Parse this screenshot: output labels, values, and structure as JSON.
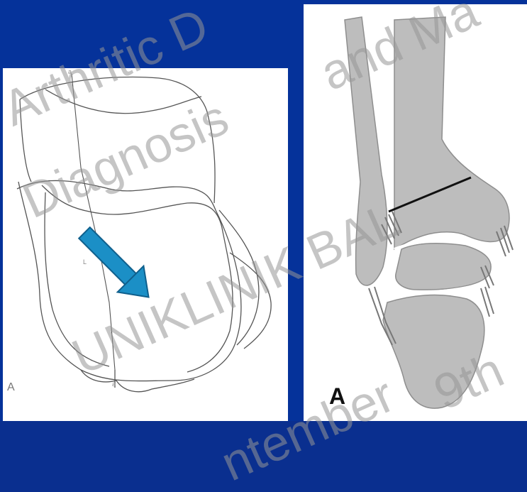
{
  "panels": {
    "left": {
      "letter": "A",
      "marker_top": "a",
      "marker_bottom": "a",
      "marker_mid": "L"
    },
    "right": {
      "letter": "A"
    }
  },
  "arrow": {
    "color": "#1b8fc6",
    "stroke": "#0f5f8c"
  },
  "watermark": {
    "lines": [
      "Arthritic D",
      "and Ma",
      "Diagnosis",
      "UNIKLINIK BAL",
      "9th",
      "ntember"
    ]
  }
}
